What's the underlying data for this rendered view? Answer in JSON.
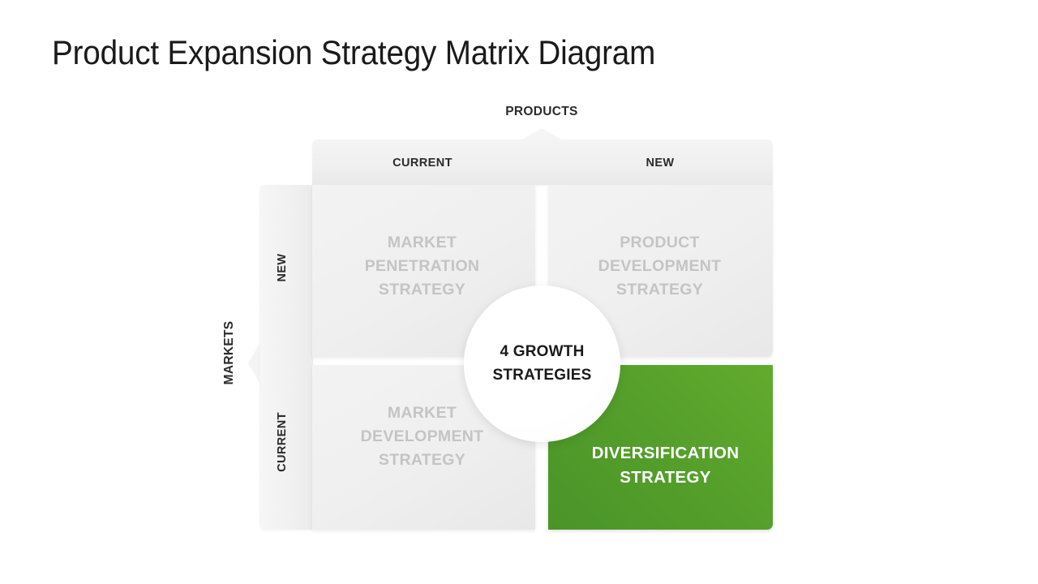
{
  "page": {
    "title": "Product Expansion Strategy Matrix Diagram"
  },
  "matrix": {
    "x_axis": {
      "label": "PRODUCTS",
      "columns": [
        {
          "label": "CURRENT"
        },
        {
          "label": "NEW"
        }
      ]
    },
    "y_axis": {
      "label": "MARKETS",
      "rows": [
        {
          "label": "NEW"
        },
        {
          "label": "CURRENT"
        }
      ]
    },
    "center": {
      "text": "4 GROWTH\nSTRATEGIES"
    },
    "quadrants": [
      {
        "id": "market-penetration",
        "text": "MARKET\nPENETRATION\nSTRATEGY",
        "row": "NEW",
        "column": "CURRENT",
        "highlighted": false,
        "text_color": "#c4c4c4",
        "fill_color": "#efefef"
      },
      {
        "id": "product-development",
        "text": "PRODUCT\nDEVELOPMENT\nSTRATEGY",
        "row": "NEW",
        "column": "NEW",
        "highlighted": false,
        "text_color": "#c4c4c4",
        "fill_color": "#efefef"
      },
      {
        "id": "market-development",
        "text": "MARKET\nDEVELOPMENT\nSTRATEGY",
        "row": "CURRENT",
        "column": "CURRENT",
        "highlighted": false,
        "text_color": "#c4c4c4",
        "fill_color": "#efefef"
      },
      {
        "id": "diversification",
        "text": "DIVERSIFICATION\nSTRATEGY",
        "row": "CURRENT",
        "column": "NEW",
        "highlighted": true,
        "text_color": "#ffffff",
        "fill_color": "#55a02b"
      }
    ]
  },
  "colors": {
    "accent_green": "#55a02b",
    "accent_green_light": "#62ab2e",
    "accent_green_dark": "#4a9429",
    "panel_grey": "#efefef",
    "muted_text": "#c4c4c4",
    "heading_text": "#2b2b2b",
    "title_text": "#1a1a1a",
    "background": "#ffffff"
  }
}
